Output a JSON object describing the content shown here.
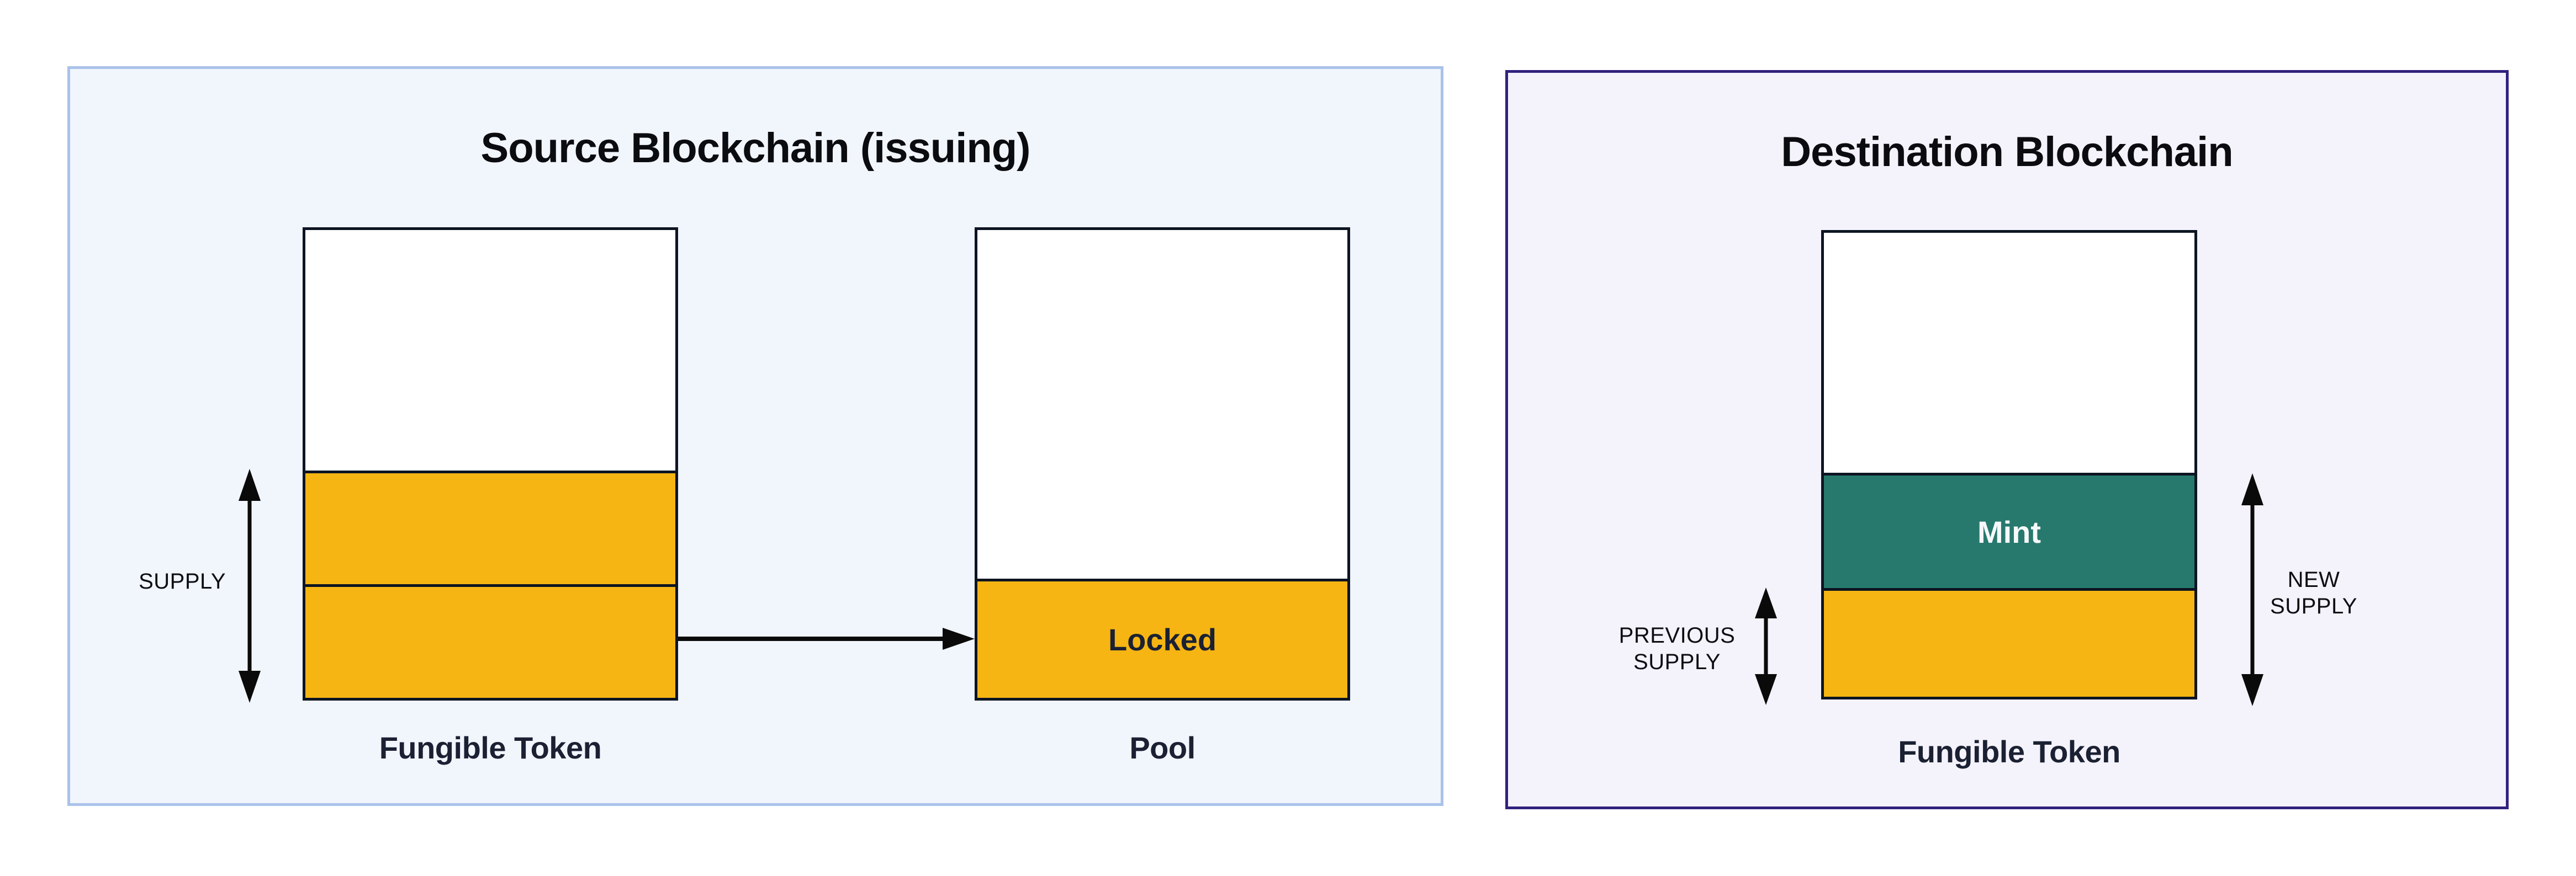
{
  "source_panel": {
    "title": "Source Blockchain (issuing)",
    "supply_label": "SUPPLY",
    "token_box_label": "Fungible Token",
    "pool_box_label": "Pool",
    "locked_label": "Locked"
  },
  "destination_panel": {
    "title": "Destination Blockchain",
    "previous_supply_lines": [
      "PREVIOUS",
      "SUPPLY"
    ],
    "new_supply_lines": [
      "NEW",
      "SUPPLY"
    ],
    "mint_label": "Mint",
    "token_box_label": "Fungible Token"
  },
  "colors": {
    "token_fill": "#F6B513",
    "mint_fill": "#27796D",
    "source_panel_bg": "#F1F5FC",
    "source_panel_border": "#A9C2EA",
    "destination_panel_bg": "#F4F2FA",
    "destination_panel_border": "#32217E",
    "box_border": "#0D1422",
    "arrow": "#0A0A0A"
  }
}
